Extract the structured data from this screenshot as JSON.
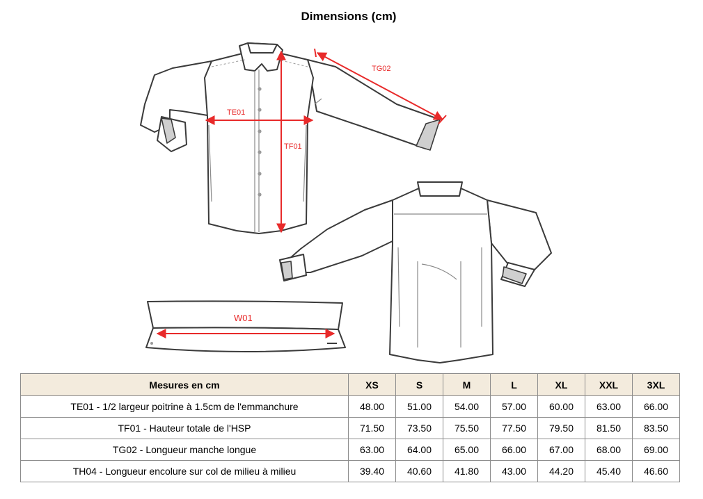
{
  "title": "Dimensions (cm)",
  "diagram": {
    "labels": {
      "te01": "TE01",
      "tf01": "TF01",
      "tg02": "TG02",
      "w01": "W01"
    },
    "measure_color": "#e82a2a",
    "outline_color": "#3b3b3b"
  },
  "table": {
    "header_bg": "#f3ebdd",
    "columns": [
      "Mesures en cm",
      "XS",
      "S",
      "M",
      "L",
      "XL",
      "XXL",
      "3XL"
    ],
    "rows": [
      {
        "label": "TE01 - 1/2 largeur poitrine à 1.5cm de l'emmanchure",
        "values": [
          "48.00",
          "51.00",
          "54.00",
          "57.00",
          "60.00",
          "63.00",
          "66.00"
        ]
      },
      {
        "label": "TF01 - Hauteur totale de l'HSP",
        "values": [
          "71.50",
          "73.50",
          "75.50",
          "77.50",
          "79.50",
          "81.50",
          "83.50"
        ]
      },
      {
        "label": "TG02 - Longueur manche longue",
        "values": [
          "63.00",
          "64.00",
          "65.00",
          "66.00",
          "67.00",
          "68.00",
          "69.00"
        ]
      },
      {
        "label": "TH04 - Longueur encolure sur col de milieu à milieu",
        "values": [
          "39.40",
          "40.60",
          "41.80",
          "43.00",
          "44.20",
          "45.40",
          "46.60"
        ]
      }
    ]
  }
}
